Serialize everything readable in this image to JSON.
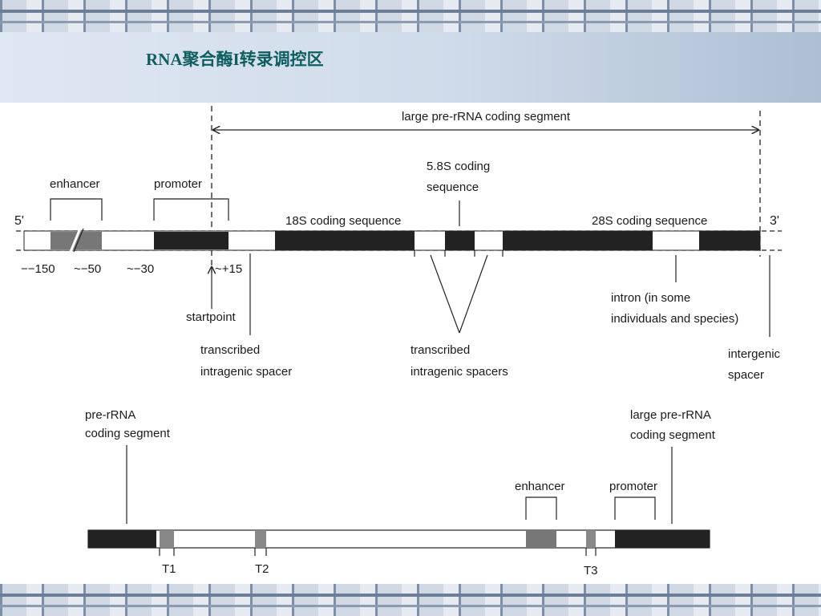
{
  "slide": {
    "title": "RNA聚合酶I转录调控区"
  },
  "top_diagram": {
    "segment_label": "large pre-rRNA coding segment",
    "end5": "5'",
    "end3": "3'",
    "enhancer": "enhancer",
    "promoter": "promoter",
    "coding_18s": "18S coding sequence",
    "coding_58s_line1": "5.8S coding",
    "coding_58s_line2": "sequence",
    "coding_28s": "28S coding sequence",
    "pos_m150": "−−150",
    "pos_m50": "~−50",
    "pos_m30": "~−30",
    "pos_p15": "~+15",
    "startpoint": "startpoint",
    "tis_line1": "transcribed",
    "tis_line2": "intragenic spacer",
    "tis2_line1": "transcribed",
    "tis2_line2": "intragenic spacers",
    "intron_line1": "intron (in some",
    "intron_line2": "individuals and species)",
    "intergenic_line1": "intergenic",
    "intergenic_line2": "spacer"
  },
  "bottom_diagram": {
    "pre_line1": "pre-rRNA",
    "pre_line2": "coding segment",
    "large_line1": "large pre-rRNA",
    "large_line2": "coding segment",
    "enhancer": "enhancer",
    "promoter": "promoter",
    "t1": "T1",
    "t2": "T2",
    "t3": "T3"
  }
}
